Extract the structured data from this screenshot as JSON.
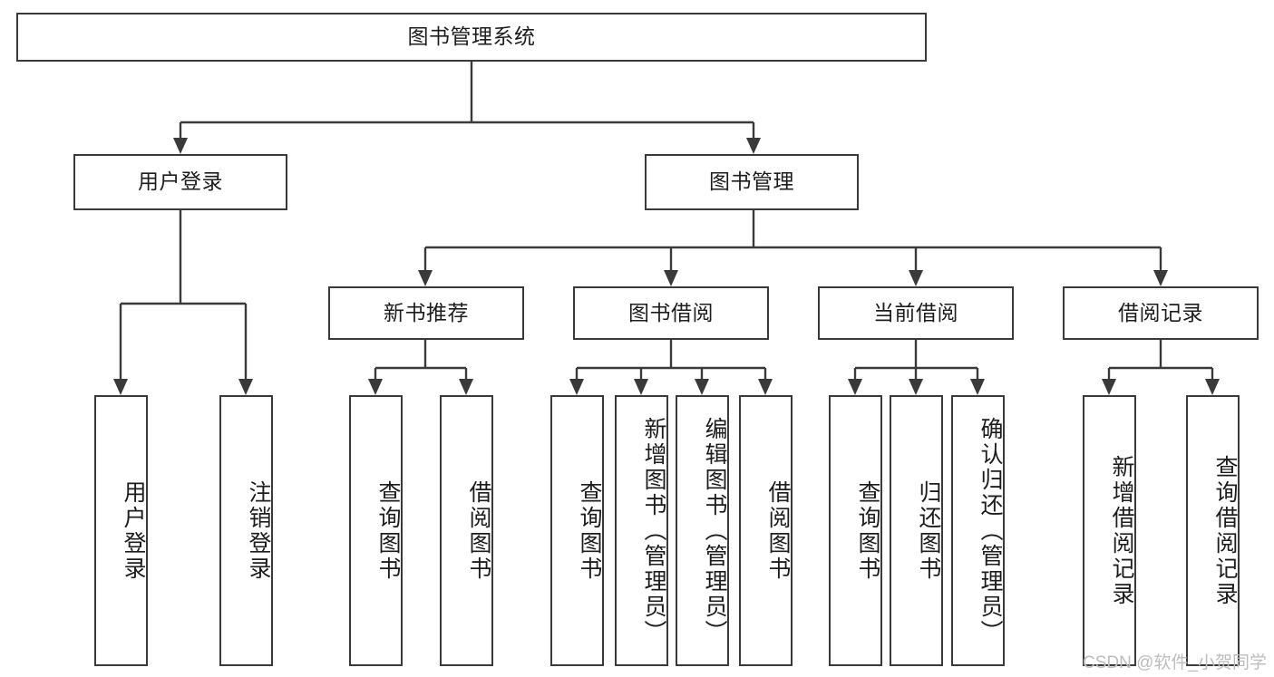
{
  "diagram": {
    "title": "图书管理系统",
    "type": "tree",
    "colors": {
      "background": "#ffffff",
      "box_border": "#3a3a3a",
      "box_fill": "#ffffff",
      "text": "#1d1d1d",
      "connector": "#3a3a3a",
      "watermark": "#bdbdbd"
    }
  },
  "root": {
    "label": "图书管理系统"
  },
  "level2": [
    {
      "label": "用户登录"
    },
    {
      "label": "图书管理"
    }
  ],
  "level3": [
    {
      "label": "新书推荐"
    },
    {
      "label": "图书借阅"
    },
    {
      "label": "当前借阅"
    },
    {
      "label": "借阅记录"
    }
  ],
  "leaves": {
    "user_login": [
      {
        "label": "用户登录"
      },
      {
        "label": "注销登录"
      }
    ],
    "new_book_recommend": [
      {
        "label": "查询图书"
      },
      {
        "label": "借阅图书"
      }
    ],
    "book_borrow": [
      {
        "label": "查询图书"
      },
      {
        "label": "新增图书（管理员）"
      },
      {
        "label": "编辑图书（管理员）"
      },
      {
        "label": "借阅图书"
      }
    ],
    "current_borrow": [
      {
        "label": "查询图书"
      },
      {
        "label": "归还图书"
      },
      {
        "label": "确认归还（管理员）"
      }
    ],
    "borrow_records": [
      {
        "label": "新增借阅记录"
      },
      {
        "label": "查询借阅记录"
      }
    ]
  },
  "watermark": {
    "text": "CSDN @软件_小贺同学"
  }
}
